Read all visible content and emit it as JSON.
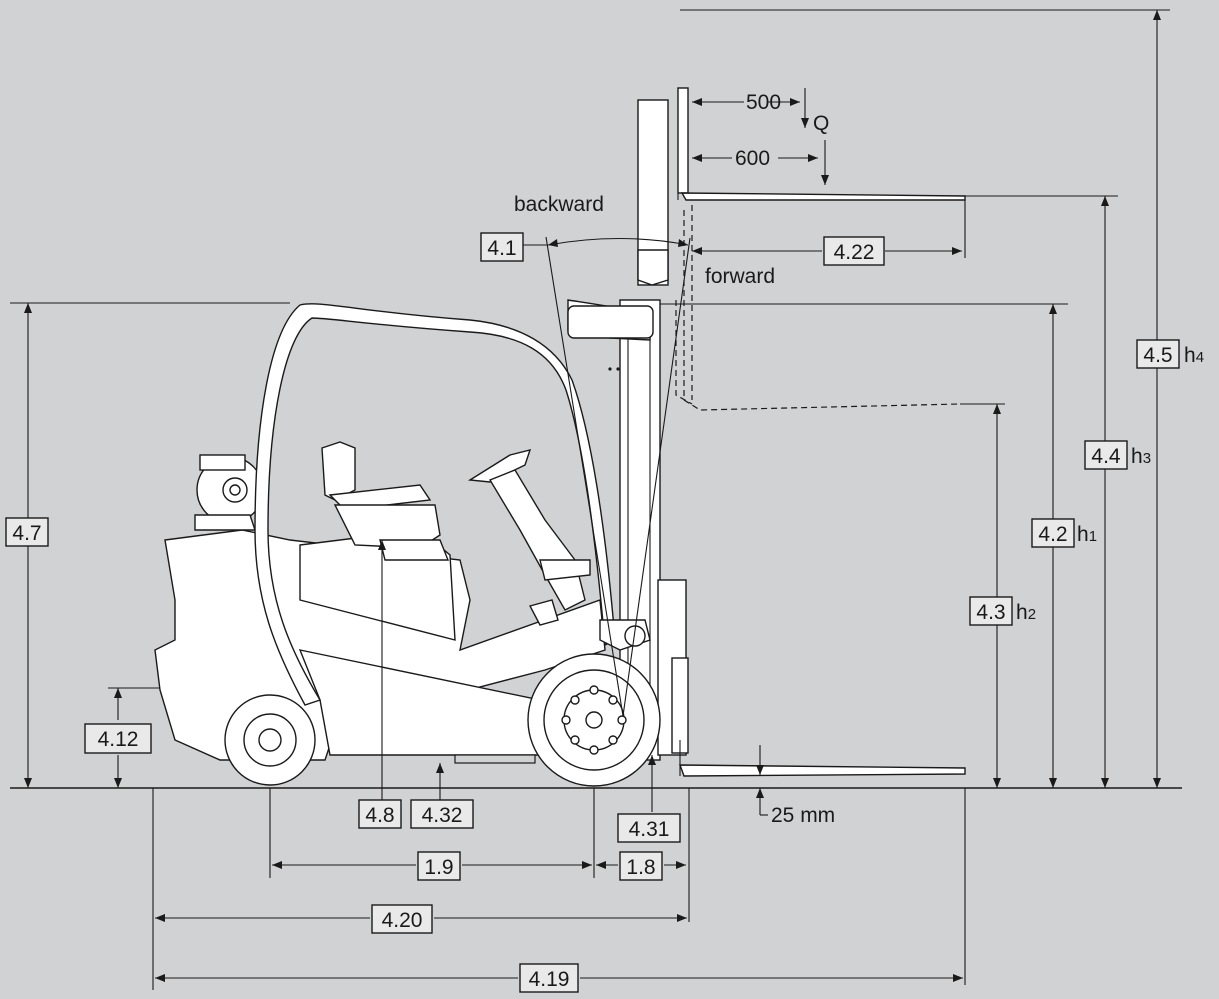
{
  "labels": {
    "l_4_1": "4.1",
    "l_4_22": "4.22",
    "l_4_7": "4.7",
    "l_4_5": "4.5",
    "l_4_4": "4.4",
    "l_4_2": "4.2",
    "l_4_3": "4.3",
    "l_4_12": "4.12",
    "l_4_8": "4.8",
    "l_4_32": "4.32",
    "l_4_31": "4.31",
    "l_1_9": "1.9",
    "l_1_8": "1.8",
    "l_4_20": "4.20",
    "l_4_19": "4.19"
  },
  "height_symbols": {
    "h4": {
      "base": "h",
      "index": "4"
    },
    "h3": {
      "base": "h",
      "index": "3"
    },
    "h1": {
      "base": "h",
      "index": "1"
    },
    "h2": {
      "base": "h",
      "index": "2"
    }
  },
  "annotations": {
    "backward": "backward",
    "forward": "forward",
    "d500": "500",
    "d600": "600",
    "load": "Q",
    "clearance": "25 mm"
  }
}
